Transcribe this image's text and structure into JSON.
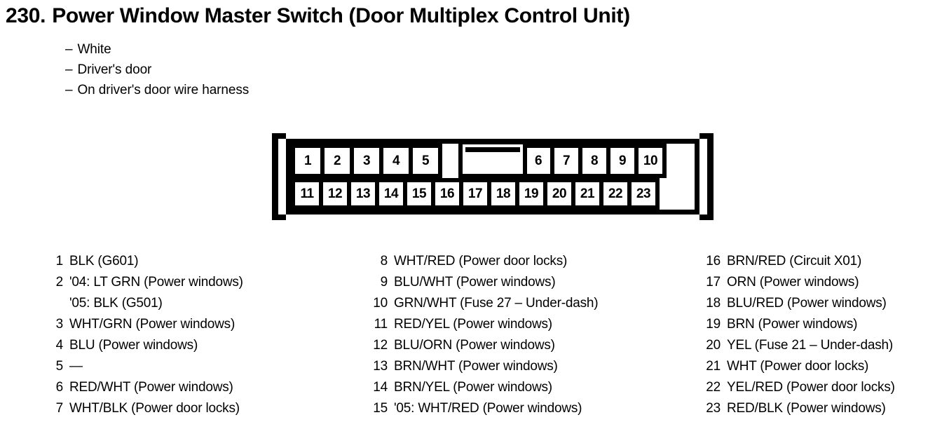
{
  "header": {
    "number": "230.",
    "title": "Power Window Master Switch (Door Multiplex Control Unit)",
    "dash": "–",
    "notes": [
      "White",
      "Driver's door",
      "On driver's door wire harness"
    ]
  },
  "connector": {
    "top_left_pins": [
      "1",
      "2",
      "3",
      "4",
      "5"
    ],
    "top_right_pins": [
      "6",
      "7",
      "8",
      "9",
      "10"
    ],
    "bottom_pins": [
      "11",
      "12",
      "13",
      "14",
      "15",
      "16",
      "17",
      "18",
      "19",
      "20",
      "21",
      "22",
      "23"
    ]
  },
  "legend": {
    "col1": [
      {
        "num": "1",
        "desc": "BLK (G601)"
      },
      {
        "num": "2",
        "desc": "'04: LT GRN (Power windows)"
      },
      {
        "num": "",
        "desc": "'05: BLK (G501)",
        "continuation": true
      },
      {
        "num": "3",
        "desc": "WHT/GRN (Power windows)"
      },
      {
        "num": "4",
        "desc": "BLU (Power windows)"
      },
      {
        "num": "5",
        "desc": "—"
      },
      {
        "num": "6",
        "desc": "RED/WHT (Power windows)"
      },
      {
        "num": "7",
        "desc": "WHT/BLK (Power door locks)"
      }
    ],
    "col2": [
      {
        "num": "8",
        "desc": "WHT/RED (Power door locks)"
      },
      {
        "num": "9",
        "desc": "BLU/WHT (Power windows)"
      },
      {
        "num": "10",
        "desc": "GRN/WHT (Fuse 27 – Under-dash)"
      },
      {
        "num": "11",
        "desc": "RED/YEL (Power windows)"
      },
      {
        "num": "12",
        "desc": "BLU/ORN (Power windows)"
      },
      {
        "num": "13",
        "desc": "BRN/WHT (Power windows)"
      },
      {
        "num": "14",
        "desc": "BRN/YEL (Power windows)"
      },
      {
        "num": "15",
        "desc": "'05: WHT/RED (Power windows)"
      }
    ],
    "col3": [
      {
        "num": "16",
        "desc": "BRN/RED (Circuit X01)"
      },
      {
        "num": "17",
        "desc": "ORN (Power windows)"
      },
      {
        "num": "18",
        "desc": "BLU/RED (Power windows)"
      },
      {
        "num": "19",
        "desc": "BRN (Power windows)"
      },
      {
        "num": "20",
        "desc": "YEL (Fuse 21 – Under-dash)"
      },
      {
        "num": "21",
        "desc": "WHT (Power door locks)"
      },
      {
        "num": "22",
        "desc": "YEL/RED (Power door locks)"
      },
      {
        "num": "23",
        "desc": "RED/BLK (Power windows)"
      }
    ]
  },
  "colors": {
    "ink": "#000000",
    "paper": "#ffffff"
  }
}
